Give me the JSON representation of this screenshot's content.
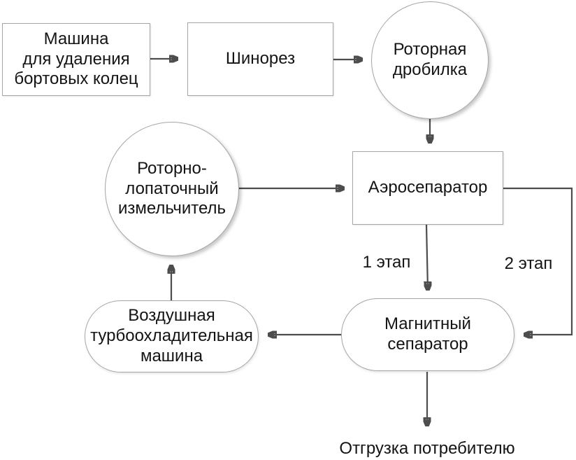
{
  "colors": {
    "background": "#ffffff",
    "node_fill": "#ffffff",
    "node_border": "#a6a6a6",
    "arrow": "#4d4d4d",
    "text": "#141414"
  },
  "nodes": [
    {
      "id": "bead-ring-removal-machine",
      "shape": "rect",
      "label": "Машина\nдля удаления\nбортовых колец"
    },
    {
      "id": "tire-cutter",
      "shape": "rect",
      "label": "Шинорез"
    },
    {
      "id": "rotary-crusher",
      "shape": "circle",
      "label": "Роторная\nдробилка"
    },
    {
      "id": "rotary-blade-shredder",
      "shape": "circle",
      "label": "Роторно-\nлопаточный\nизмельчитель"
    },
    {
      "id": "aeroseparator",
      "shape": "rect",
      "label": "Аэросепаратор"
    },
    {
      "id": "magnetic-separator",
      "shape": "stadium",
      "label": "Магнитный\nсепаратор"
    },
    {
      "id": "air-turbo-cooling-machine",
      "shape": "stadium",
      "label": "Воздушная\nтурбоохладительная\nмашина"
    }
  ],
  "edge_labels": {
    "stage1": "1 этап",
    "stage2": "2 этап",
    "shipment": "Отгрузка потребителю"
  },
  "edges": [
    {
      "from": "bead-ring-removal-machine",
      "to": "tire-cutter",
      "label": ""
    },
    {
      "from": "tire-cutter",
      "to": "rotary-crusher",
      "label": ""
    },
    {
      "from": "rotary-crusher",
      "to": "aeroseparator",
      "label": ""
    },
    {
      "from": "rotary-blade-shredder",
      "to": "aeroseparator",
      "label": ""
    },
    {
      "from": "aeroseparator",
      "to": "magnetic-separator",
      "label": "1 этап"
    },
    {
      "from": "aeroseparator",
      "to": "magnetic-separator",
      "label": "2 этап"
    },
    {
      "from": "magnetic-separator",
      "to": "air-turbo-cooling-machine",
      "label": ""
    },
    {
      "from": "air-turbo-cooling-machine",
      "to": "rotary-blade-shredder",
      "label": ""
    },
    {
      "from": "magnetic-separator",
      "to": "shipment",
      "label": "Отгрузка потребителю"
    }
  ]
}
